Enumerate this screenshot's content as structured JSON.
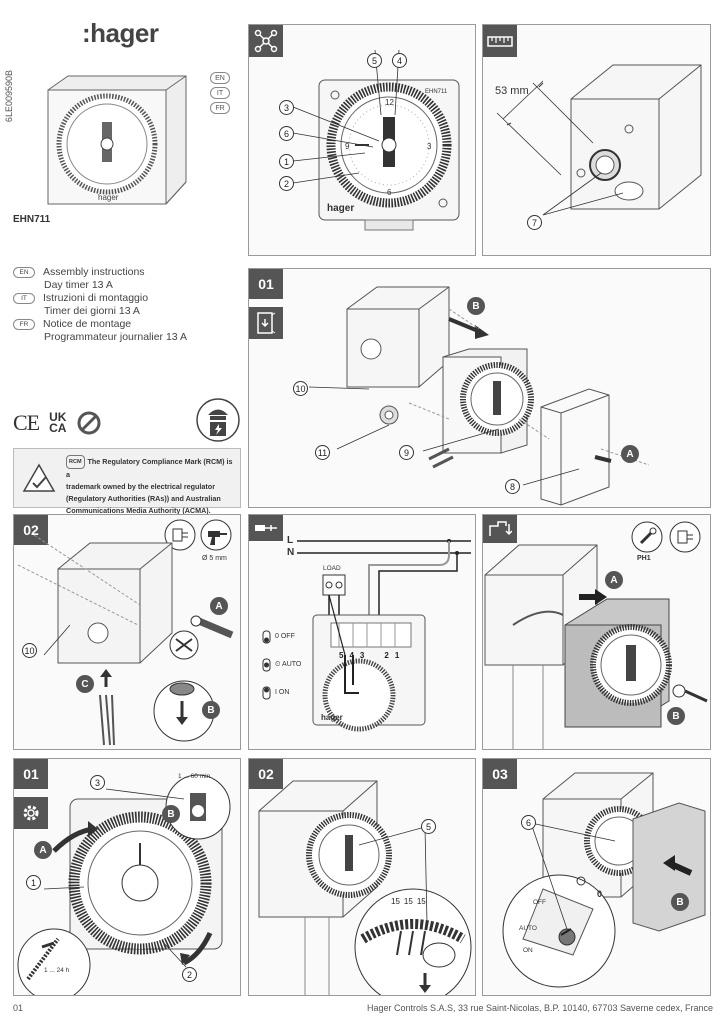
{
  "brand": {
    "logo_text": ":hager"
  },
  "doc": {
    "code": "6LE009590B",
    "product": "EHN711",
    "languages": [
      "EN",
      "IT",
      "FR"
    ],
    "instructions": [
      {
        "lang": "EN",
        "line1": "Assembly instructions",
        "line2": "Day timer 13 A"
      },
      {
        "lang": "IT",
        "line1": "Istruzioni di montaggio",
        "line2": "Timer dei giorni 13 A"
      },
      {
        "lang": "FR",
        "line1": "Notice de montage",
        "line2": "Programmateur journalier 13 A"
      }
    ],
    "marks": {
      "ce": "CE",
      "ukca_top": "UK",
      "ukca_bottom": "CA"
    },
    "rcm": {
      "badge": "RCM",
      "line1": "The Regulatory Compliance Mark (RCM) is a",
      "line2": "trademark owned by the electrical regulator",
      "line3": "(Regulatory Authorities (RAs)) and Australian",
      "line4": "Communications Media Authority (ACMA)."
    }
  },
  "panels": {
    "overview": {
      "callouts": [
        "5",
        "4",
        "3",
        "6",
        "1",
        "2"
      ],
      "device_label": "EHN711",
      "device_brand": "hager"
    },
    "dimensions": {
      "measure": "53 mm",
      "callout": "7"
    },
    "step01_mount": {
      "step": "01",
      "callouts": [
        "10",
        "11",
        "9",
        "8"
      ],
      "letters": [
        "B",
        "A"
      ]
    },
    "step02_drill": {
      "step": "02",
      "drill_size": "Ø 5 mm",
      "callout": "10",
      "letters": [
        "A",
        "B",
        "C"
      ]
    },
    "wiring": {
      "line_l": "L",
      "line_n": "N",
      "load": "LOAD",
      "terminals": [
        "5",
        "4",
        "3",
        "2",
        "1"
      ],
      "modes": [
        {
          "symbol": "0",
          "label": "OFF"
        },
        {
          "symbol": "⏲",
          "label": "AUTO"
        },
        {
          "symbol": "I",
          "label": "ON"
        }
      ],
      "device_brand": "hager"
    },
    "step_insert": {
      "tool": "PH1",
      "letters": [
        "A",
        "B"
      ]
    },
    "set_time": {
      "step": "01",
      "callouts": [
        "3",
        "1",
        "2"
      ],
      "letters": [
        "A",
        "B"
      ],
      "range_minutes": "1 ... 60 min",
      "range_hours": "1 ... 24 h"
    },
    "segments": {
      "step": "02",
      "callout": "5",
      "tick_values": [
        "15",
        "15",
        "15"
      ]
    },
    "mode_select": {
      "step": "03",
      "callout": "6",
      "letter": "B",
      "positions": [
        "OFF",
        "AUTO",
        "ON"
      ],
      "zero": "0"
    }
  },
  "footer": {
    "page": "01",
    "address": "Hager Controls S.A.S, 33 rue Saint-Nicolas, B.P. 10140, 67703 Saverne cedex, France"
  }
}
